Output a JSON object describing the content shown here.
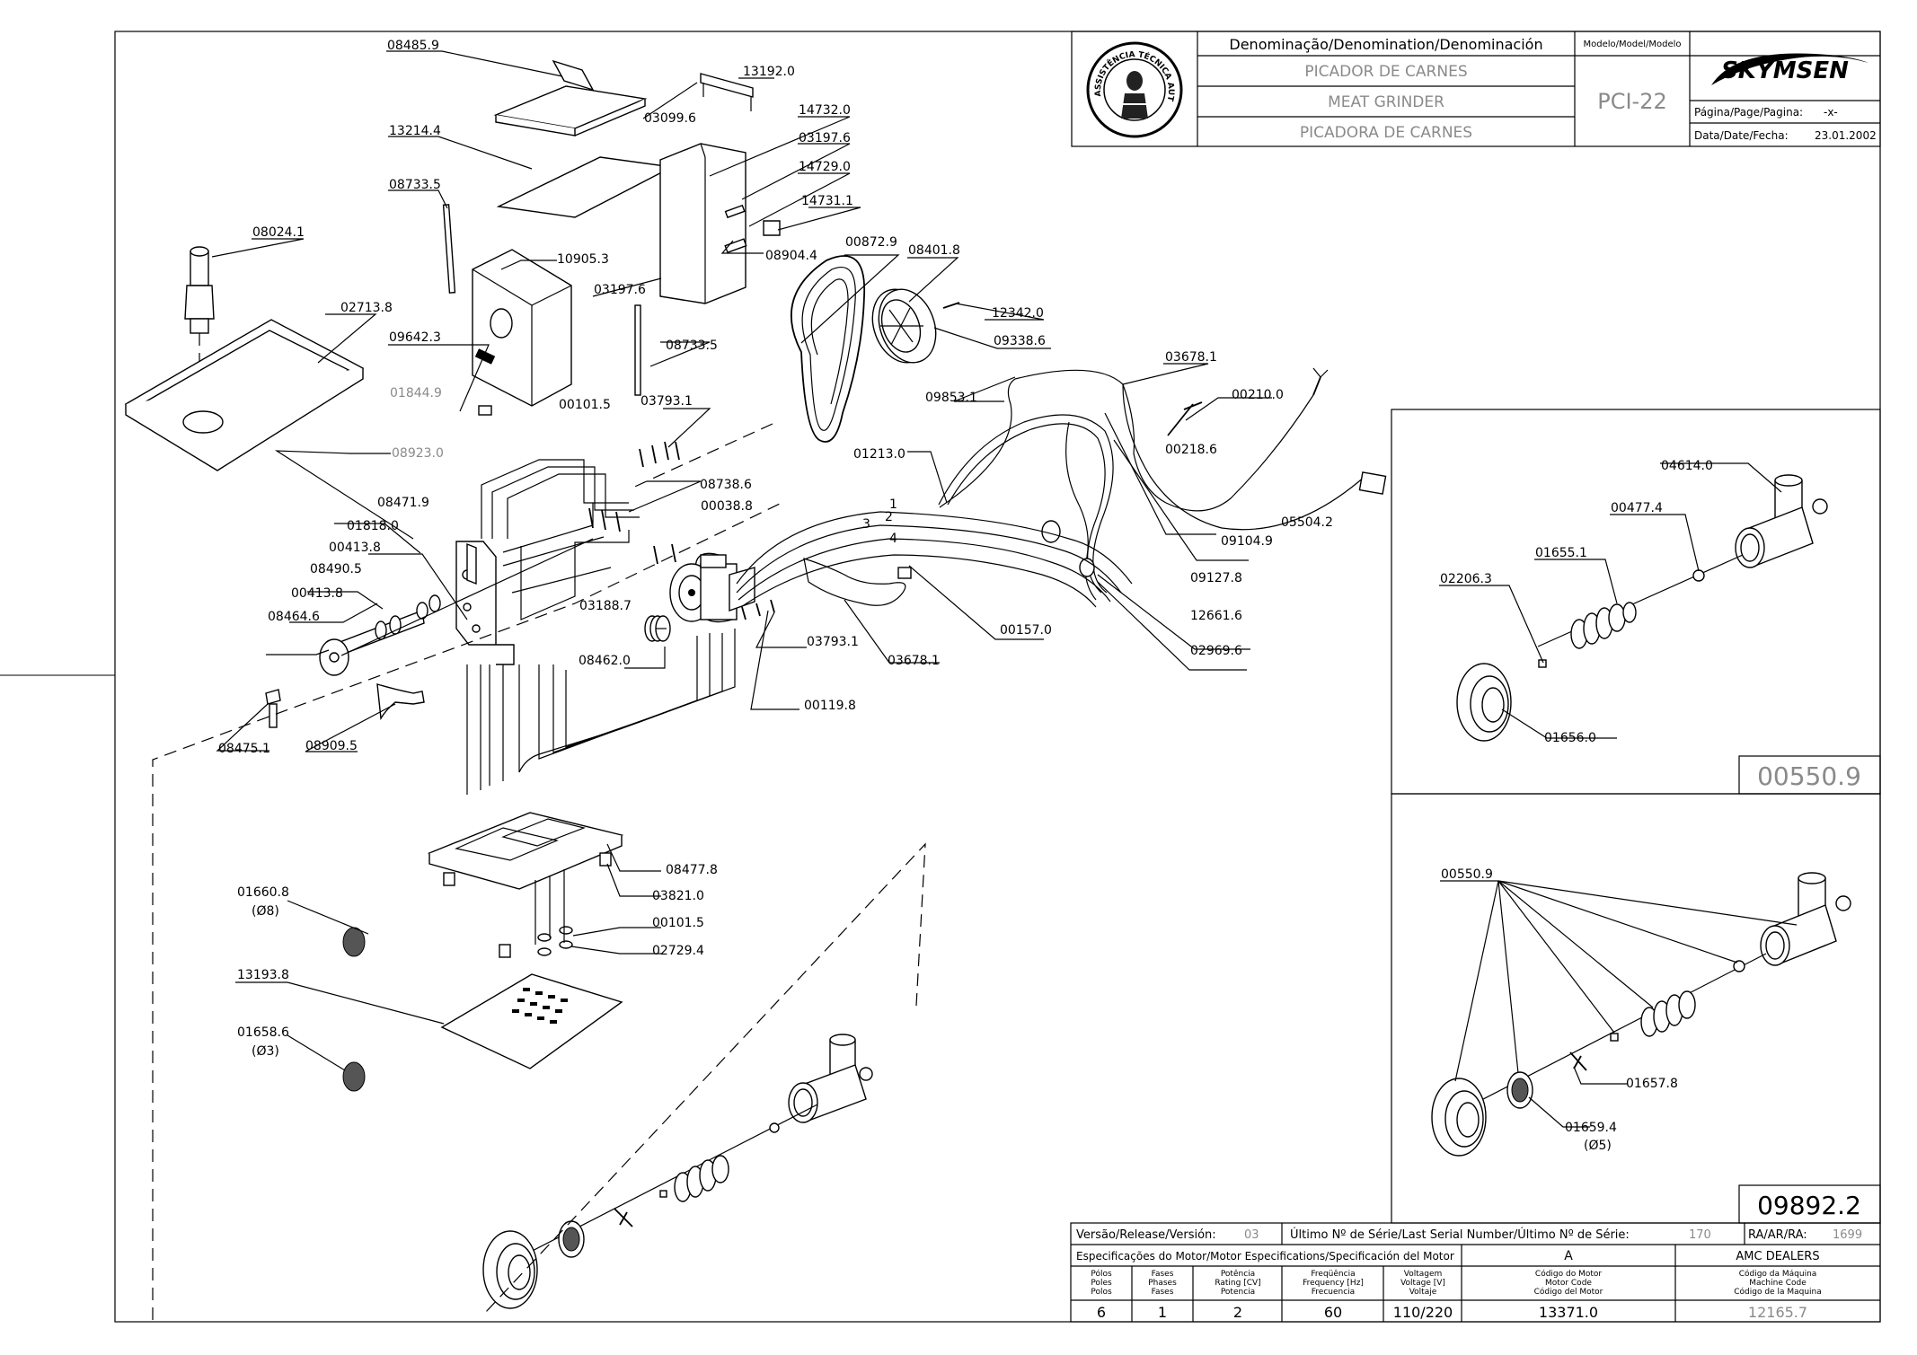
{
  "title_block": {
    "denomination_header": "Denominação/Denomination/Denominación",
    "model_header": "Modelo/Model/Modelo",
    "names": [
      "PICADOR DE CARNES",
      "MEAT GRINDER",
      "PICADORA DE CARNES"
    ],
    "model": "PCI-22",
    "brand": "SKYMSEN",
    "page_label": "Página/Page/Pagina:",
    "page_value": "-x-",
    "date_label": "Data/Date/Fecha:",
    "date_value": "23.01.2002",
    "seal_text": "ASSISTÊNCIA TÉCNICA AUTORIZADA"
  },
  "bottom_block": {
    "version_label": "Versão/Release/Versión:",
    "version_value": "03",
    "serial_label": "Último Nº de Série/Last Serial Number/Último Nº de Série:",
    "serial_value": "170",
    "ra_label": "RA/AR/RA:",
    "ra_value": "1699",
    "motor_spec_label": "Especificações do Motor/Motor Especifications/Specificación del Motor",
    "motor_spec_value": "A",
    "dealers": "AMC DEALERS",
    "columns": [
      {
        "h": [
          "Pólos",
          "Poles",
          "Polos"
        ],
        "v": "6"
      },
      {
        "h": [
          "Fases",
          "Phases",
          "Fases"
        ],
        "v": "1"
      },
      {
        "h": [
          "Potência",
          "Rating [CV]",
          "Potencia"
        ],
        "v": "2"
      },
      {
        "h": [
          "Freqüência",
          "Frequency [Hz]",
          "Frecuencia"
        ],
        "v": "60"
      },
      {
        "h": [
          "Voltagem",
          "Voltage [V]",
          "Voltaje"
        ],
        "v": "110/220"
      },
      {
        "h": [
          "Código do Motor",
          "Motor Code",
          "Código del Motor"
        ],
        "v": "13371.0"
      },
      {
        "h": [
          "Código da Máquina",
          "Machine Code",
          "Código de la Maquina"
        ],
        "v": "12165.7"
      }
    ]
  },
  "insets": {
    "top_code": "00550.9",
    "bottom_code": "09892.2",
    "top_labels": [
      "04614.0",
      "00477.4",
      "01655.1",
      "02206.3",
      "01656.0"
    ],
    "bottom_labels": [
      "00550.9",
      "01657.8",
      "01659.4",
      "(Ø5)"
    ]
  },
  "main_labels": {
    "l1": "08485.9",
    "l2": "13192.0",
    "l3": "03099.6",
    "l4": "14732.0",
    "l5": "13214.4",
    "l6": "03197.6",
    "l7": "14729.0",
    "l8": "08733.5",
    "l9": "14731.1",
    "l10": "08024.1",
    "l11": "10905.3",
    "l12": "08904.4",
    "l13": "00872.9",
    "l14": "08401.8",
    "l15": "03197.6",
    "l16": "12342.0",
    "l17": "02713.8",
    "l18": "09642.3",
    "l19": "08733.5",
    "l20": "09338.6",
    "l21": "03678.1",
    "l22": "01844.9",
    "l23": "00101.5",
    "l24": "03793.1",
    "l25": "09853.1",
    "l26": "00210.0",
    "l27": "08923.0",
    "l28": "00218.6",
    "l29": "01213.0",
    "l30": "08738.6",
    "l31": "08471.9",
    "l32": "00038.8",
    "l33": "05504.2",
    "l34": "01818.0",
    "l35": "09104.9",
    "l36": "00413.8",
    "l37": "09127.8",
    "l38": "08490.5",
    "l39": "03188.7",
    "l40": "12661.6",
    "l41": "00413.8",
    "l42": "00157.0",
    "l43": "08464.6",
    "l44": "03793.1",
    "l45": "02969.6",
    "l46": "08462.0",
    "l47": "03678.1",
    "l48": "00119.8",
    "l49": "08475.1",
    "l50": "08909.5",
    "l51": "08477.8",
    "l52": "01660.8",
    "l53": "(Ø8)",
    "l54": "03821.0",
    "l55": "00101.5",
    "l56": "02729.4",
    "l57": "13193.8",
    "l58": "01658.6",
    "l59": "(Ø3)",
    "w1": "1",
    "w2": "2",
    "w3": "3",
    "w4": "4"
  }
}
